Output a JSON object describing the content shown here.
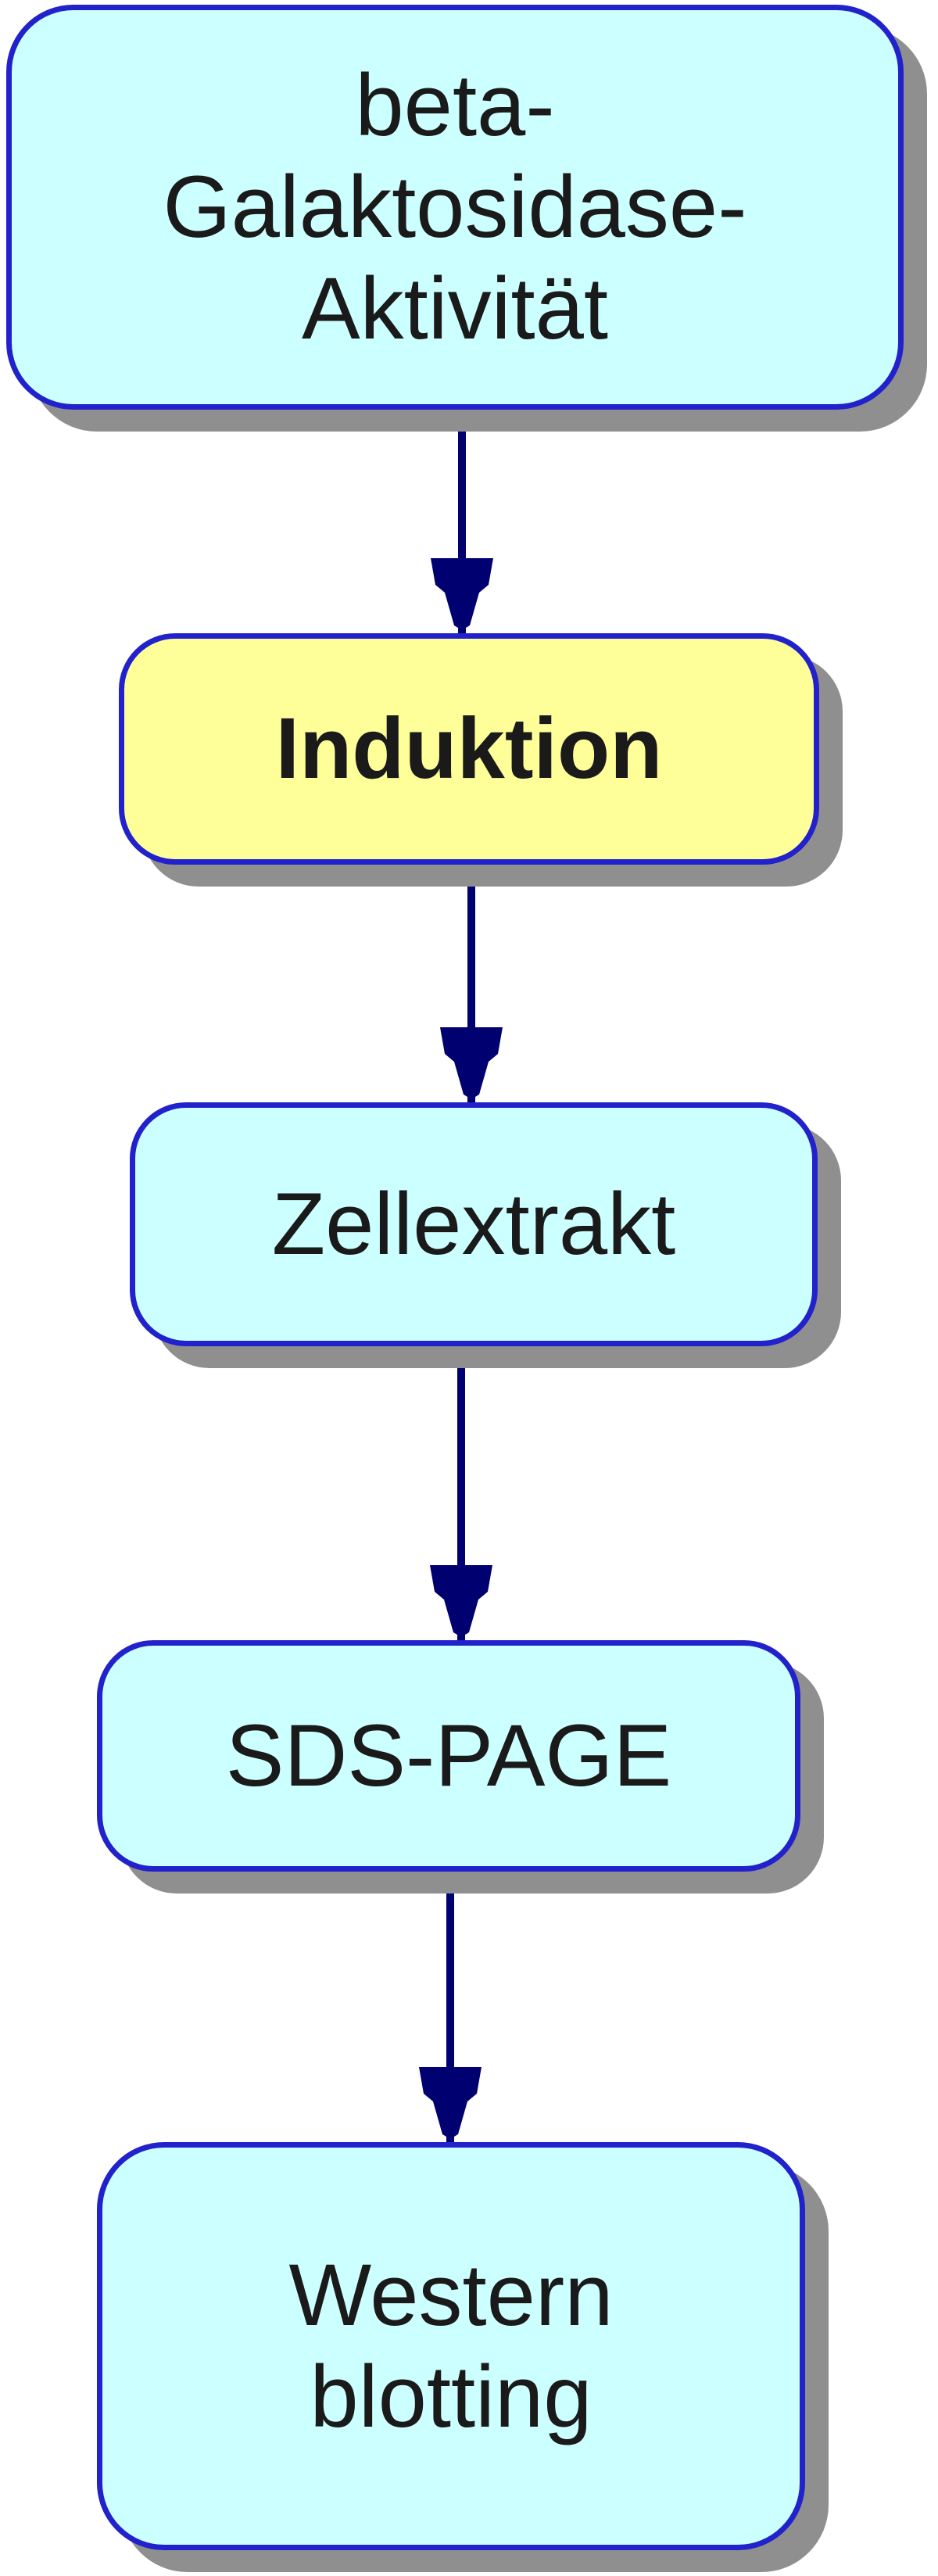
{
  "diagram": {
    "colors": {
      "process_fill": "#ccffff",
      "highlight_fill": "#ffff99",
      "border": "#2222cc",
      "connector": "#000070",
      "shadow": "#8f8f8f",
      "text": "#1a1a1a"
    },
    "nodes": [
      {
        "id": "beta-galaktosidase-aktivitaet",
        "label": "beta-\nGalaktosidase-\nAktivität",
        "style": "process"
      },
      {
        "id": "induktion",
        "label": "Induktion",
        "style": "highlight"
      },
      {
        "id": "zellextrakt",
        "label": "Zellextrakt",
        "style": "process"
      },
      {
        "id": "sds-page",
        "label": "SDS-PAGE",
        "style": "process"
      },
      {
        "id": "western-blotting",
        "label": "Western\nblotting",
        "style": "process"
      }
    ],
    "edges": [
      {
        "from": "beta-galaktosidase-aktivitaet",
        "to": "induktion"
      },
      {
        "from": "induktion",
        "to": "zellextrakt"
      },
      {
        "from": "zellextrakt",
        "to": "sds-page"
      },
      {
        "from": "sds-page",
        "to": "western-blotting"
      }
    ]
  }
}
